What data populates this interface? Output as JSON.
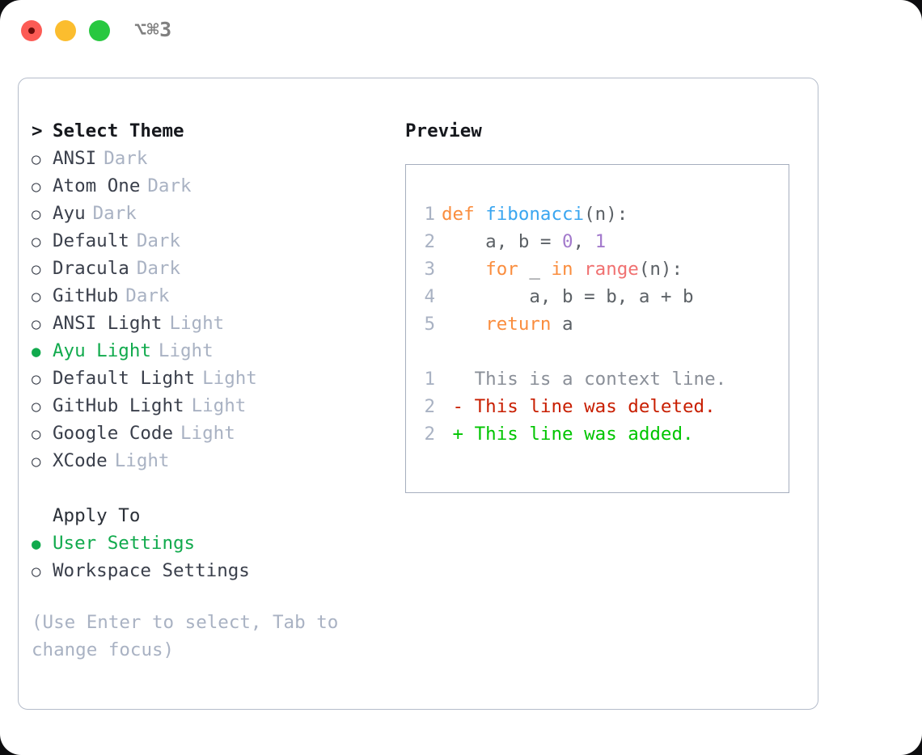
{
  "window": {
    "title_shortcut": "⌥⌘3",
    "traffic_lights": [
      "close-red",
      "minimize-yellow",
      "maximize-green"
    ]
  },
  "theme_list": {
    "heading": "Select Theme",
    "caret": ">",
    "marker_unselected": "○",
    "marker_selected": "●",
    "items": [
      {
        "name": "ANSI",
        "variant": "Dark",
        "selected": false
      },
      {
        "name": "Atom One",
        "variant": "Dark",
        "selected": false
      },
      {
        "name": "Ayu",
        "variant": "Dark",
        "selected": false
      },
      {
        "name": "Default",
        "variant": "Dark",
        "selected": false
      },
      {
        "name": "Dracula",
        "variant": "Dark",
        "selected": false
      },
      {
        "name": "GitHub",
        "variant": "Dark",
        "selected": false
      },
      {
        "name": "ANSI Light",
        "variant": "Light",
        "selected": false
      },
      {
        "name": "Ayu Light",
        "variant": "Light",
        "selected": true
      },
      {
        "name": "Default Light",
        "variant": "Light",
        "selected": false
      },
      {
        "name": "GitHub Light",
        "variant": "Light",
        "selected": false
      },
      {
        "name": "Google Code",
        "variant": "Light",
        "selected": false
      },
      {
        "name": "XCode",
        "variant": "Light",
        "selected": false
      }
    ]
  },
  "apply_to": {
    "heading": "Apply To",
    "items": [
      {
        "name": "User Settings",
        "selected": true
      },
      {
        "name": "Workspace Settings",
        "selected": false
      }
    ]
  },
  "hint": "(Use Enter to select, Tab to change focus)",
  "preview": {
    "title": "Preview",
    "code_lines": [
      {
        "num": "1",
        "tokens": [
          {
            "t": "def ",
            "c": "kw"
          },
          {
            "t": "fibonacci",
            "c": "fn"
          },
          {
            "t": "(n):",
            "c": "punct"
          }
        ]
      },
      {
        "num": "2",
        "tokens": [
          {
            "t": "    a, b = ",
            "c": "plain"
          },
          {
            "t": "0",
            "c": "num"
          },
          {
            "t": ", ",
            "c": "plain"
          },
          {
            "t": "1",
            "c": "num"
          }
        ]
      },
      {
        "num": "3",
        "tokens": [
          {
            "t": "    ",
            "c": "plain"
          },
          {
            "t": "for",
            "c": "kw"
          },
          {
            "t": " _ ",
            "c": "plain"
          },
          {
            "t": "in",
            "c": "kw"
          },
          {
            "t": " ",
            "c": "plain"
          },
          {
            "t": "range",
            "c": "builtin"
          },
          {
            "t": "(n):",
            "c": "punct"
          }
        ]
      },
      {
        "num": "4",
        "tokens": [
          {
            "t": "        a, b = b, a + b",
            "c": "plain"
          }
        ]
      },
      {
        "num": "5",
        "tokens": [
          {
            "t": "    ",
            "c": "plain"
          },
          {
            "t": "return",
            "c": "kw"
          },
          {
            "t": " a",
            "c": "plain"
          }
        ]
      }
    ],
    "diff_lines": [
      {
        "num": "1",
        "sign": " ",
        "text": "This is a context line.",
        "kind": "context"
      },
      {
        "num": "2",
        "sign": "-",
        "text": "This line was deleted.",
        "kind": "deleted"
      },
      {
        "num": "2",
        "sign": "+",
        "text": "This line was added.",
        "kind": "added"
      }
    ]
  },
  "colors": {
    "selection_green": "#11aa4d",
    "keyword_orange": "#fa8d3e",
    "function_blue": "#3aa6f0",
    "builtin_red": "#f07171",
    "number_purple": "#a37acc",
    "diff_deleted": "#c81e00",
    "diff_added": "#00c500",
    "muted_gray": "#a9b2c3"
  }
}
